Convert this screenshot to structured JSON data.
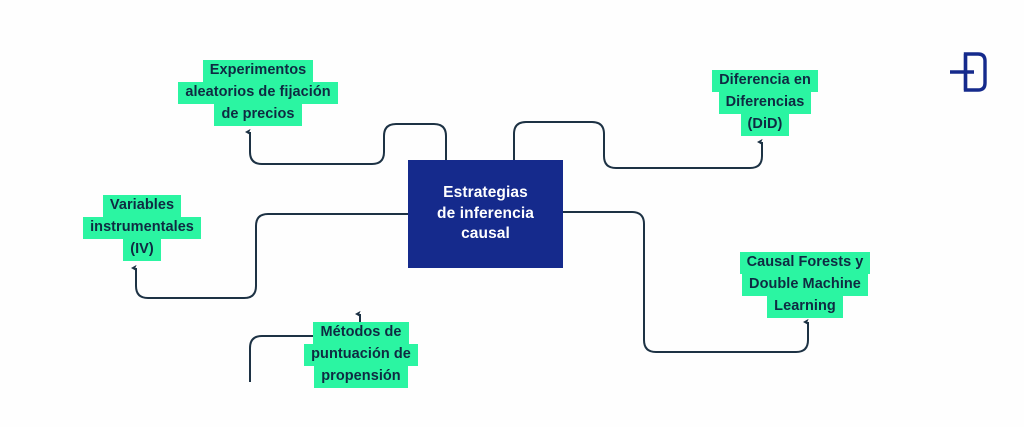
{
  "diagram": {
    "type": "mind-map",
    "background_color": "#fefefe",
    "accent_navy": "#152a8c",
    "accent_green": "#2bf5a2",
    "connector_color": "#1d3244",
    "center": {
      "label": "Estrategias\nde inferencia\ncausal",
      "text_color": "#ffffff"
    },
    "nodes": [
      {
        "id": "experimentos",
        "lines": [
          "Experimentos",
          "aleatorios de fijación",
          "de precios"
        ],
        "arrow_direction": "up"
      },
      {
        "id": "did",
        "lines": [
          "Diferencia en",
          "Diferencias",
          "(DiD)"
        ],
        "arrow_direction": "up"
      },
      {
        "id": "iv",
        "lines": [
          "Variables",
          "instrumentales",
          "(IV)"
        ],
        "arrow_direction": "up"
      },
      {
        "id": "metodos",
        "lines": [
          "Métodos de",
          "puntuación de",
          "propensión"
        ],
        "arrow_direction": "down"
      },
      {
        "id": "causal",
        "lines": [
          "Causal Forests y",
          "Double Machine",
          "Learning"
        ],
        "arrow_direction": "up"
      }
    ],
    "logo": {
      "name": "brand-logo",
      "color": "#152a8c"
    }
  }
}
